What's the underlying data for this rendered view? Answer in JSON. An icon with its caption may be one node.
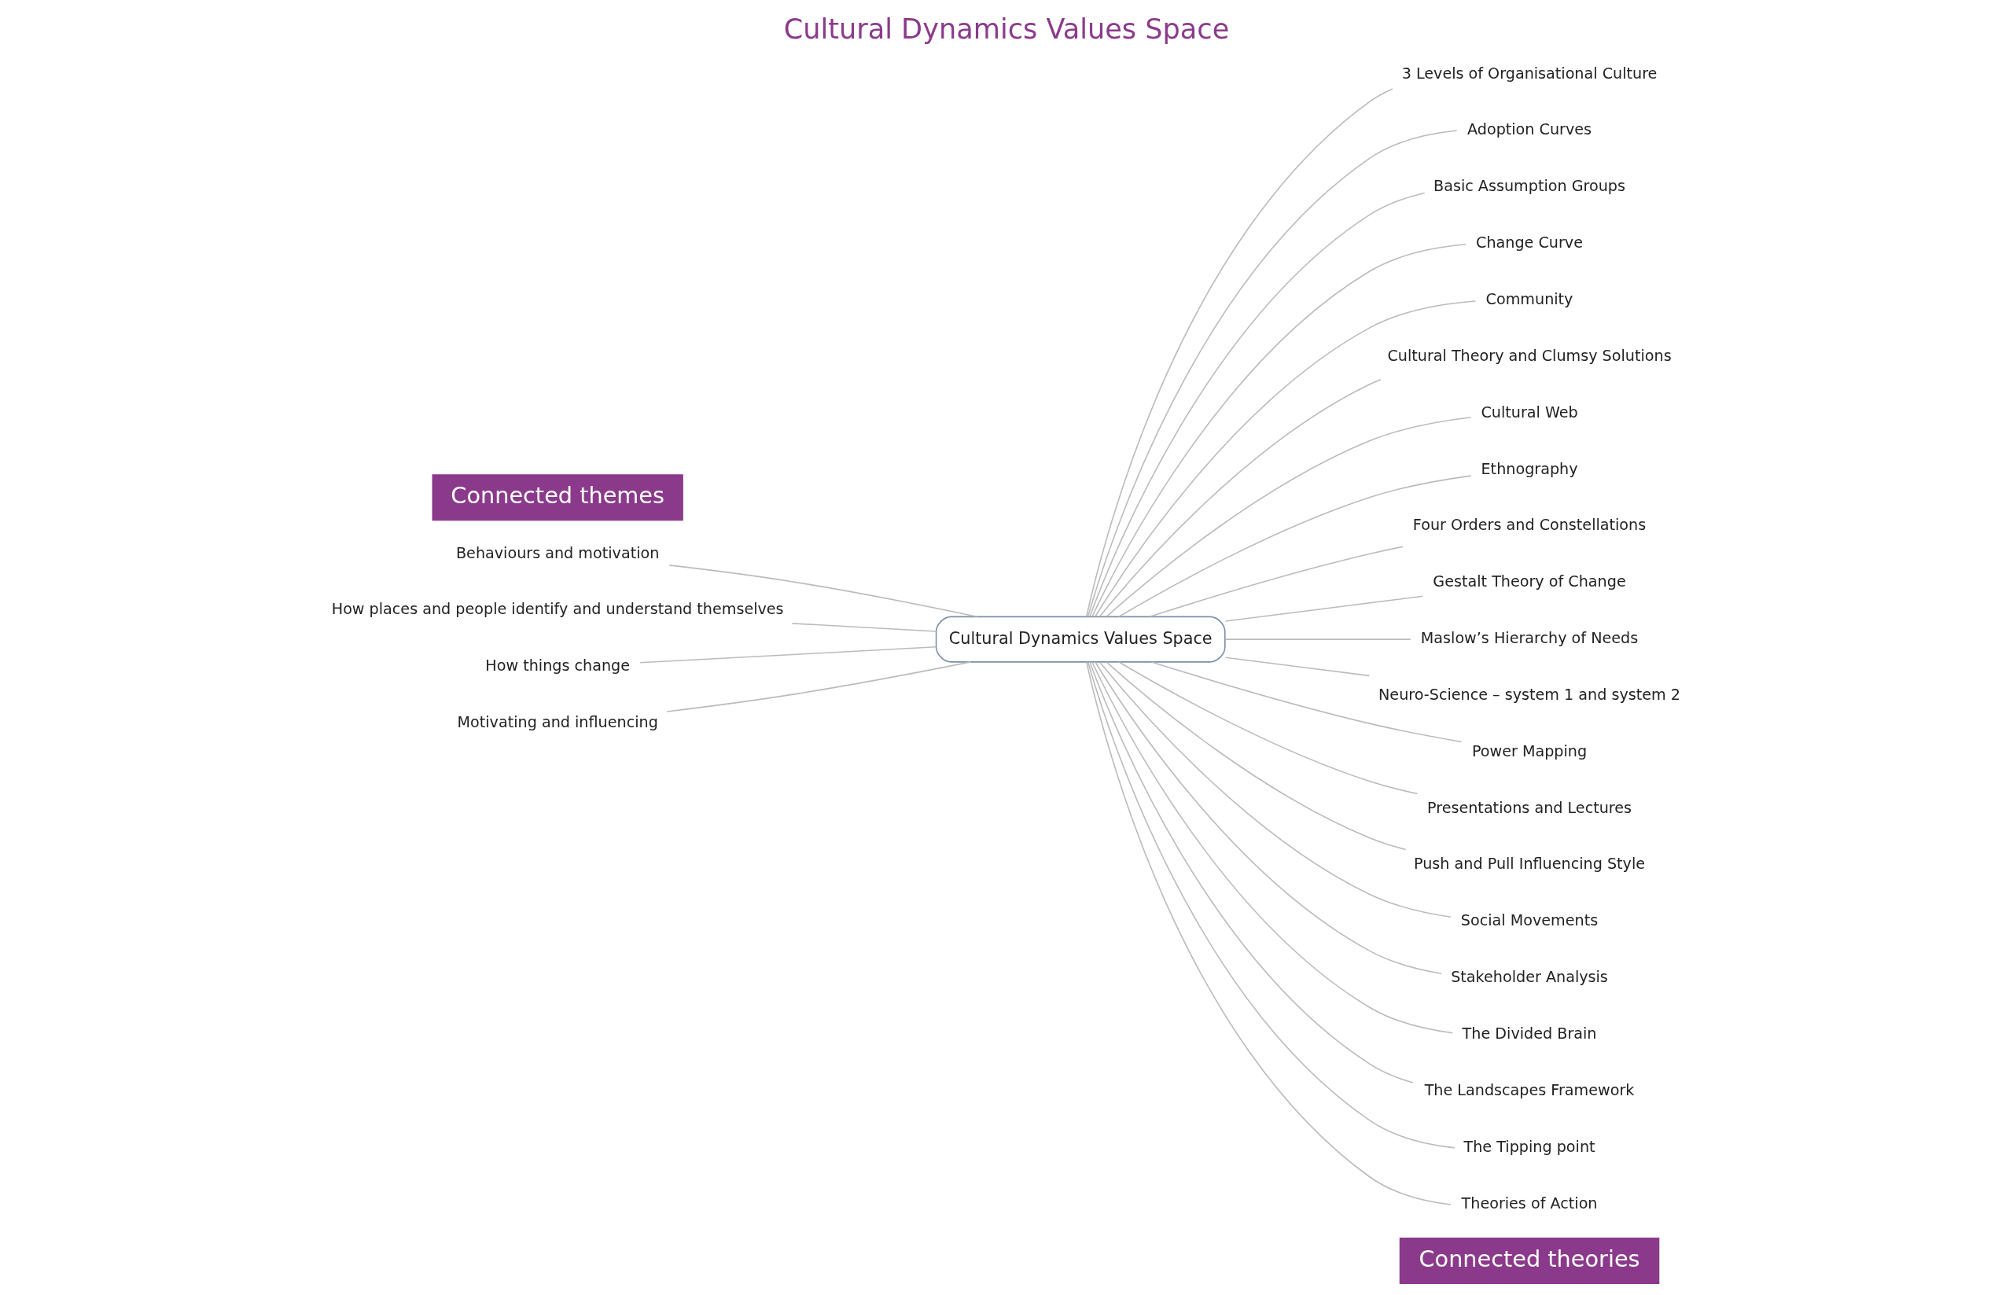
{
  "diagram": {
    "title": "Cultural Dynamics Values Space",
    "nodes": [
      {
        "text": [
          "Connected themes"
        ]
      },
      {
        "text": [
          "Behaviours and motivation"
        ]
      },
      {
        "text": [
          "How places and people identify and understand themselves"
        ]
      },
      {
        "text": [
          "How things change"
        ]
      },
      {
        "text": [
          "Motivating and influencing"
        ]
      },
      {
        "text": [
          "Cultural Dynamics Values Space"
        ]
      },
      {
        "text": [
          "3 Levels of Organisational Culture"
        ]
      },
      {
        "text": [
          "Adoption Curves"
        ]
      },
      {
        "text": [
          "Basic Assumption Groups"
        ]
      },
      {
        "text": [
          "Change Curve"
        ]
      },
      {
        "text": [
          "Community"
        ]
      },
      {
        "text": [
          "Cultural Theory and Clumsy Solutions"
        ]
      },
      {
        "text": [
          "Cultural Web"
        ]
      },
      {
        "text": [
          "Ethnography"
        ]
      },
      {
        "text": [
          "Four Orders and Constellations"
        ]
      },
      {
        "text": [
          "Gestalt Theory of Change"
        ]
      },
      {
        "text": [
          "Maslow’s Hierarchy of Needs"
        ]
      },
      {
        "text": [
          "Neuro-Science – system 1 and system 2"
        ]
      },
      {
        "text": [
          "Power Mapping"
        ]
      },
      {
        "text": [
          "Presentations and Lectures"
        ]
      },
      {
        "text": [
          "Push and Pull Influencing Style"
        ]
      },
      {
        "text": [
          "Social Movements"
        ]
      },
      {
        "text": [
          "Stakeholder Analysis"
        ]
      },
      {
        "text": [
          "The Divided Brain"
        ]
      },
      {
        "text": [
          "The Landscapes Framework"
        ]
      },
      {
        "text": [
          "The Tipping point"
        ]
      },
      {
        "text": [
          "Theories of Action"
        ]
      },
      {
        "text": [
          "Connected theories"
        ]
      }
    ],
    "edges": [
      {
        "from": 1,
        "to": 5,
        "arrow": "none"
      },
      {
        "from": 2,
        "to": 5,
        "arrow": "none"
      },
      {
        "from": 3,
        "to": 5,
        "arrow": "none"
      },
      {
        "from": 4,
        "to": 5,
        "arrow": "none"
      },
      {
        "from": 5,
        "to": 6,
        "arrow": "none"
      },
      {
        "from": 5,
        "to": 7,
        "arrow": "none"
      },
      {
        "from": 5,
        "to": 8,
        "arrow": "none"
      },
      {
        "from": 5,
        "to": 9,
        "arrow": "none"
      },
      {
        "from": 5,
        "to": 10,
        "arrow": "none"
      },
      {
        "from": 5,
        "to": 11,
        "arrow": "none"
      },
      {
        "from": 5,
        "to": 12,
        "arrow": "none"
      },
      {
        "from": 5,
        "to": 13,
        "arrow": "none"
      },
      {
        "from": 5,
        "to": 14,
        "arrow": "none"
      },
      {
        "from": 5,
        "to": 15,
        "arrow": "none"
      },
      {
        "from": 5,
        "to": 16,
        "arrow": "none"
      },
      {
        "from": 5,
        "to": 17,
        "arrow": "none"
      },
      {
        "from": 5,
        "to": 18,
        "arrow": "none"
      },
      {
        "from": 5,
        "to": 19,
        "arrow": "none"
      },
      {
        "from": 5,
        "to": 20,
        "arrow": "none"
      },
      {
        "from": 5,
        "to": 21,
        "arrow": "none"
      },
      {
        "from": 5,
        "to": 22,
        "arrow": "none"
      },
      {
        "from": 5,
        "to": 23,
        "arrow": "none"
      },
      {
        "from": 5,
        "to": 24,
        "arrow": "none"
      },
      {
        "from": 5,
        "to": 25,
        "arrow": "none"
      },
      {
        "from": 5,
        "to": 26,
        "arrow": "none"
      }
    ]
  }
}
